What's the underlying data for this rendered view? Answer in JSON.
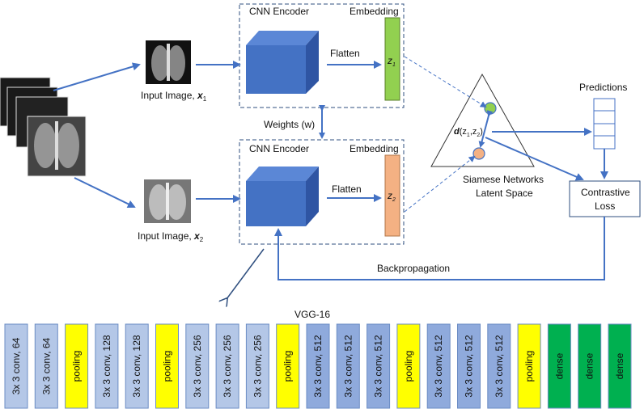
{
  "encoder_top": {
    "title": "CNN Encoder",
    "embedding": "Embedding",
    "flatten": "Flatten",
    "z_label": "z",
    "z_sub": "1"
  },
  "encoder_bottom": {
    "title": "CNN Encoder",
    "embedding": "Embedding",
    "flatten": "Flatten",
    "z_label": "z",
    "z_sub": "2"
  },
  "input_top": {
    "label": "Input Image, ",
    "var": "x",
    "sub": "1"
  },
  "input_bottom": {
    "label": "Input Image, ",
    "var": "x",
    "sub": "2"
  },
  "weights": "Weights (w)",
  "distance": {
    "d": "d",
    "args": "(z",
    "s1": "1",
    "comma": ",z",
    "s2": "2",
    "close": ")"
  },
  "latent_space": {
    "line1": "Siamese Networks",
    "line2": "Latent Space"
  },
  "predictions": "Predictions",
  "loss": {
    "line1": "Contrastive",
    "line2": "Loss"
  },
  "backprop": "Backpropagation",
  "vgg": {
    "title": "VGG-16",
    "layers": [
      {
        "label": "3x 3 conv, 64",
        "kind": "conv_a"
      },
      {
        "label": "3x 3 conv, 64",
        "kind": "conv_a"
      },
      {
        "label": "pooling",
        "kind": "pool"
      },
      {
        "label": "3x 3 conv, 128",
        "kind": "conv_a"
      },
      {
        "label": "3x 3 conv, 128",
        "kind": "conv_a"
      },
      {
        "label": "pooling",
        "kind": "pool"
      },
      {
        "label": "3x 3 conv, 256",
        "kind": "conv_a"
      },
      {
        "label": "3x 3 conv, 256",
        "kind": "conv_a"
      },
      {
        "label": "3x 3 conv, 256",
        "kind": "conv_a"
      },
      {
        "label": "pooling",
        "kind": "pool"
      },
      {
        "label": "3x 3 conv, 512",
        "kind": "conv_b"
      },
      {
        "label": "3x 3 conv, 512",
        "kind": "conv_b"
      },
      {
        "label": "3x 3 conv, 512",
        "kind": "conv_b"
      },
      {
        "label": "pooling",
        "kind": "pool"
      },
      {
        "label": "3x 3 conv, 512",
        "kind": "conv_b"
      },
      {
        "label": "3x 3 conv, 512",
        "kind": "conv_b"
      },
      {
        "label": "3x 3 conv, 512",
        "kind": "conv_b"
      },
      {
        "label": "pooling",
        "kind": "pool"
      },
      {
        "label": "dense",
        "kind": "dense"
      },
      {
        "label": "dense",
        "kind": "dense"
      },
      {
        "label": "dense",
        "kind": "dense"
      }
    ]
  },
  "colors": {
    "arrow": "#4472c4",
    "cube_front": "#4472c4",
    "cube_top": "#5b87d6",
    "cube_side": "#2f55a3",
    "embedding_1": "#92d050",
    "embedding_2": "#f4b183",
    "node_1": "#92d050",
    "node_2": "#f4b183",
    "conv_a": "#b4c7e7",
    "conv_b": "#8faadc",
    "pool": "#ffff00",
    "dense": "#00b050"
  }
}
